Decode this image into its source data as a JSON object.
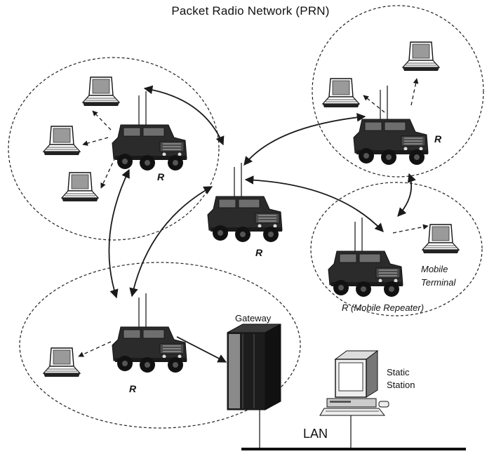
{
  "title": "Packet Radio Network (PRN)",
  "labels": {
    "repeater": "R",
    "mobile_repeater": "R (Mobile Repeater)",
    "mobile_terminal_line1": "Mobile",
    "mobile_terminal_line2": "Terminal",
    "gateway": "Gateway",
    "static_station_line1": "Static",
    "static_station_line2": "Station",
    "lan": "LAN"
  },
  "icons": [
    "humvee-vehicle-icon",
    "laptop-icon",
    "gateway-rack-icon",
    "desktop-computer-icon"
  ],
  "colors": {
    "ink": "#1a1a1a",
    "vehicle": "#2b2b2b",
    "screen": "#9a9a9a",
    "background": "#ffffff"
  }
}
